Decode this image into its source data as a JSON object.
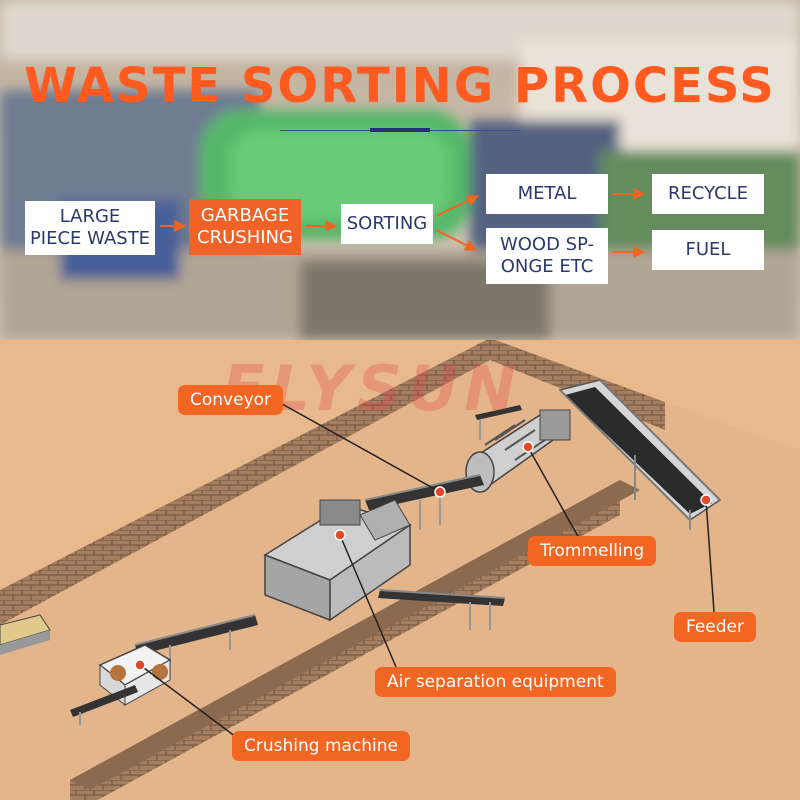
{
  "title": "WASTE SORTING PROCESS",
  "flow": {
    "large_piece": "LARGE\nPIECE WASTE",
    "crushing": "GARBAGE\nCRUSHING",
    "sorting": "SORTING",
    "metal": "METAL",
    "wood": "WOOD SP-\nONGE ETC",
    "recycle": "RECYCLE",
    "fuel": "FUEL"
  },
  "watermark": "FLYSUN",
  "labels": {
    "conveyor": "Conveyor",
    "trommelling": "Trommelling",
    "feeder": "Feeder",
    "air_separation": "Air separation equipment",
    "crushing_machine": "Crushing machine"
  },
  "colors": {
    "accent": "#f26522",
    "title": "#ff5a1f",
    "box_text": "#2b3a6b",
    "floor": "#e7b98c",
    "wall": "#a57d5f"
  }
}
